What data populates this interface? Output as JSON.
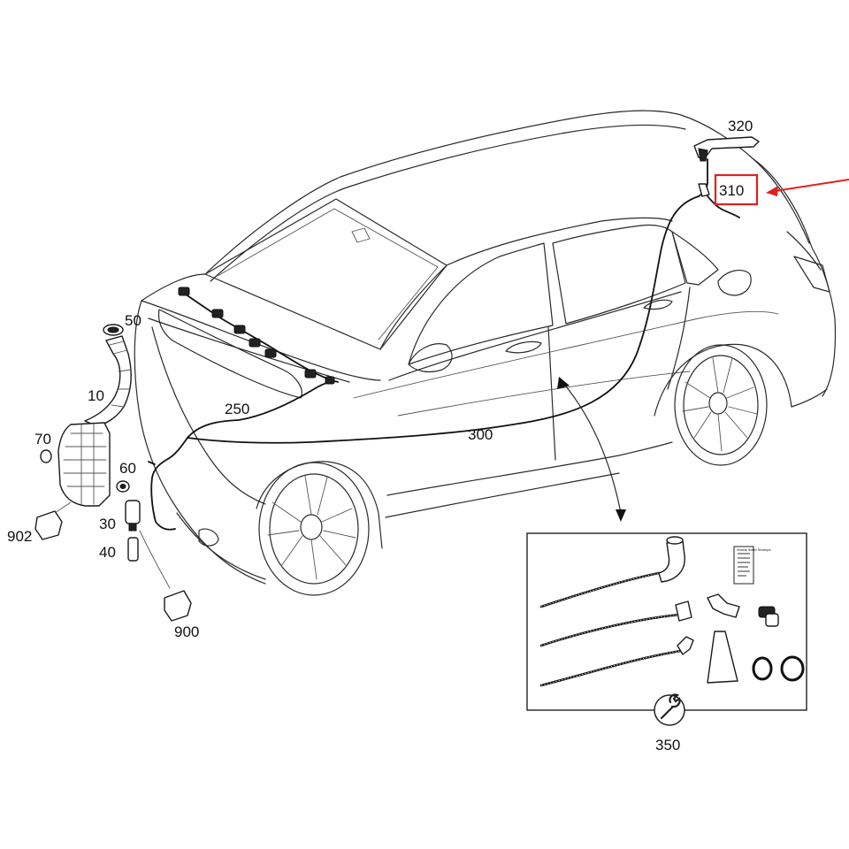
{
  "callouts": {
    "c320": "320",
    "c310": "310",
    "c50": "50",
    "c10": "10",
    "c70": "70",
    "c60": "60",
    "c30": "30",
    "c40": "40",
    "c902": "902",
    "c900": "900",
    "c250": "250",
    "c300": "300",
    "c350": "350"
  },
  "kit_card_text": "Hinweis/ Notice/ Remarque",
  "colors": {
    "highlight": "#e0201f",
    "line": "#2a2a2a"
  }
}
